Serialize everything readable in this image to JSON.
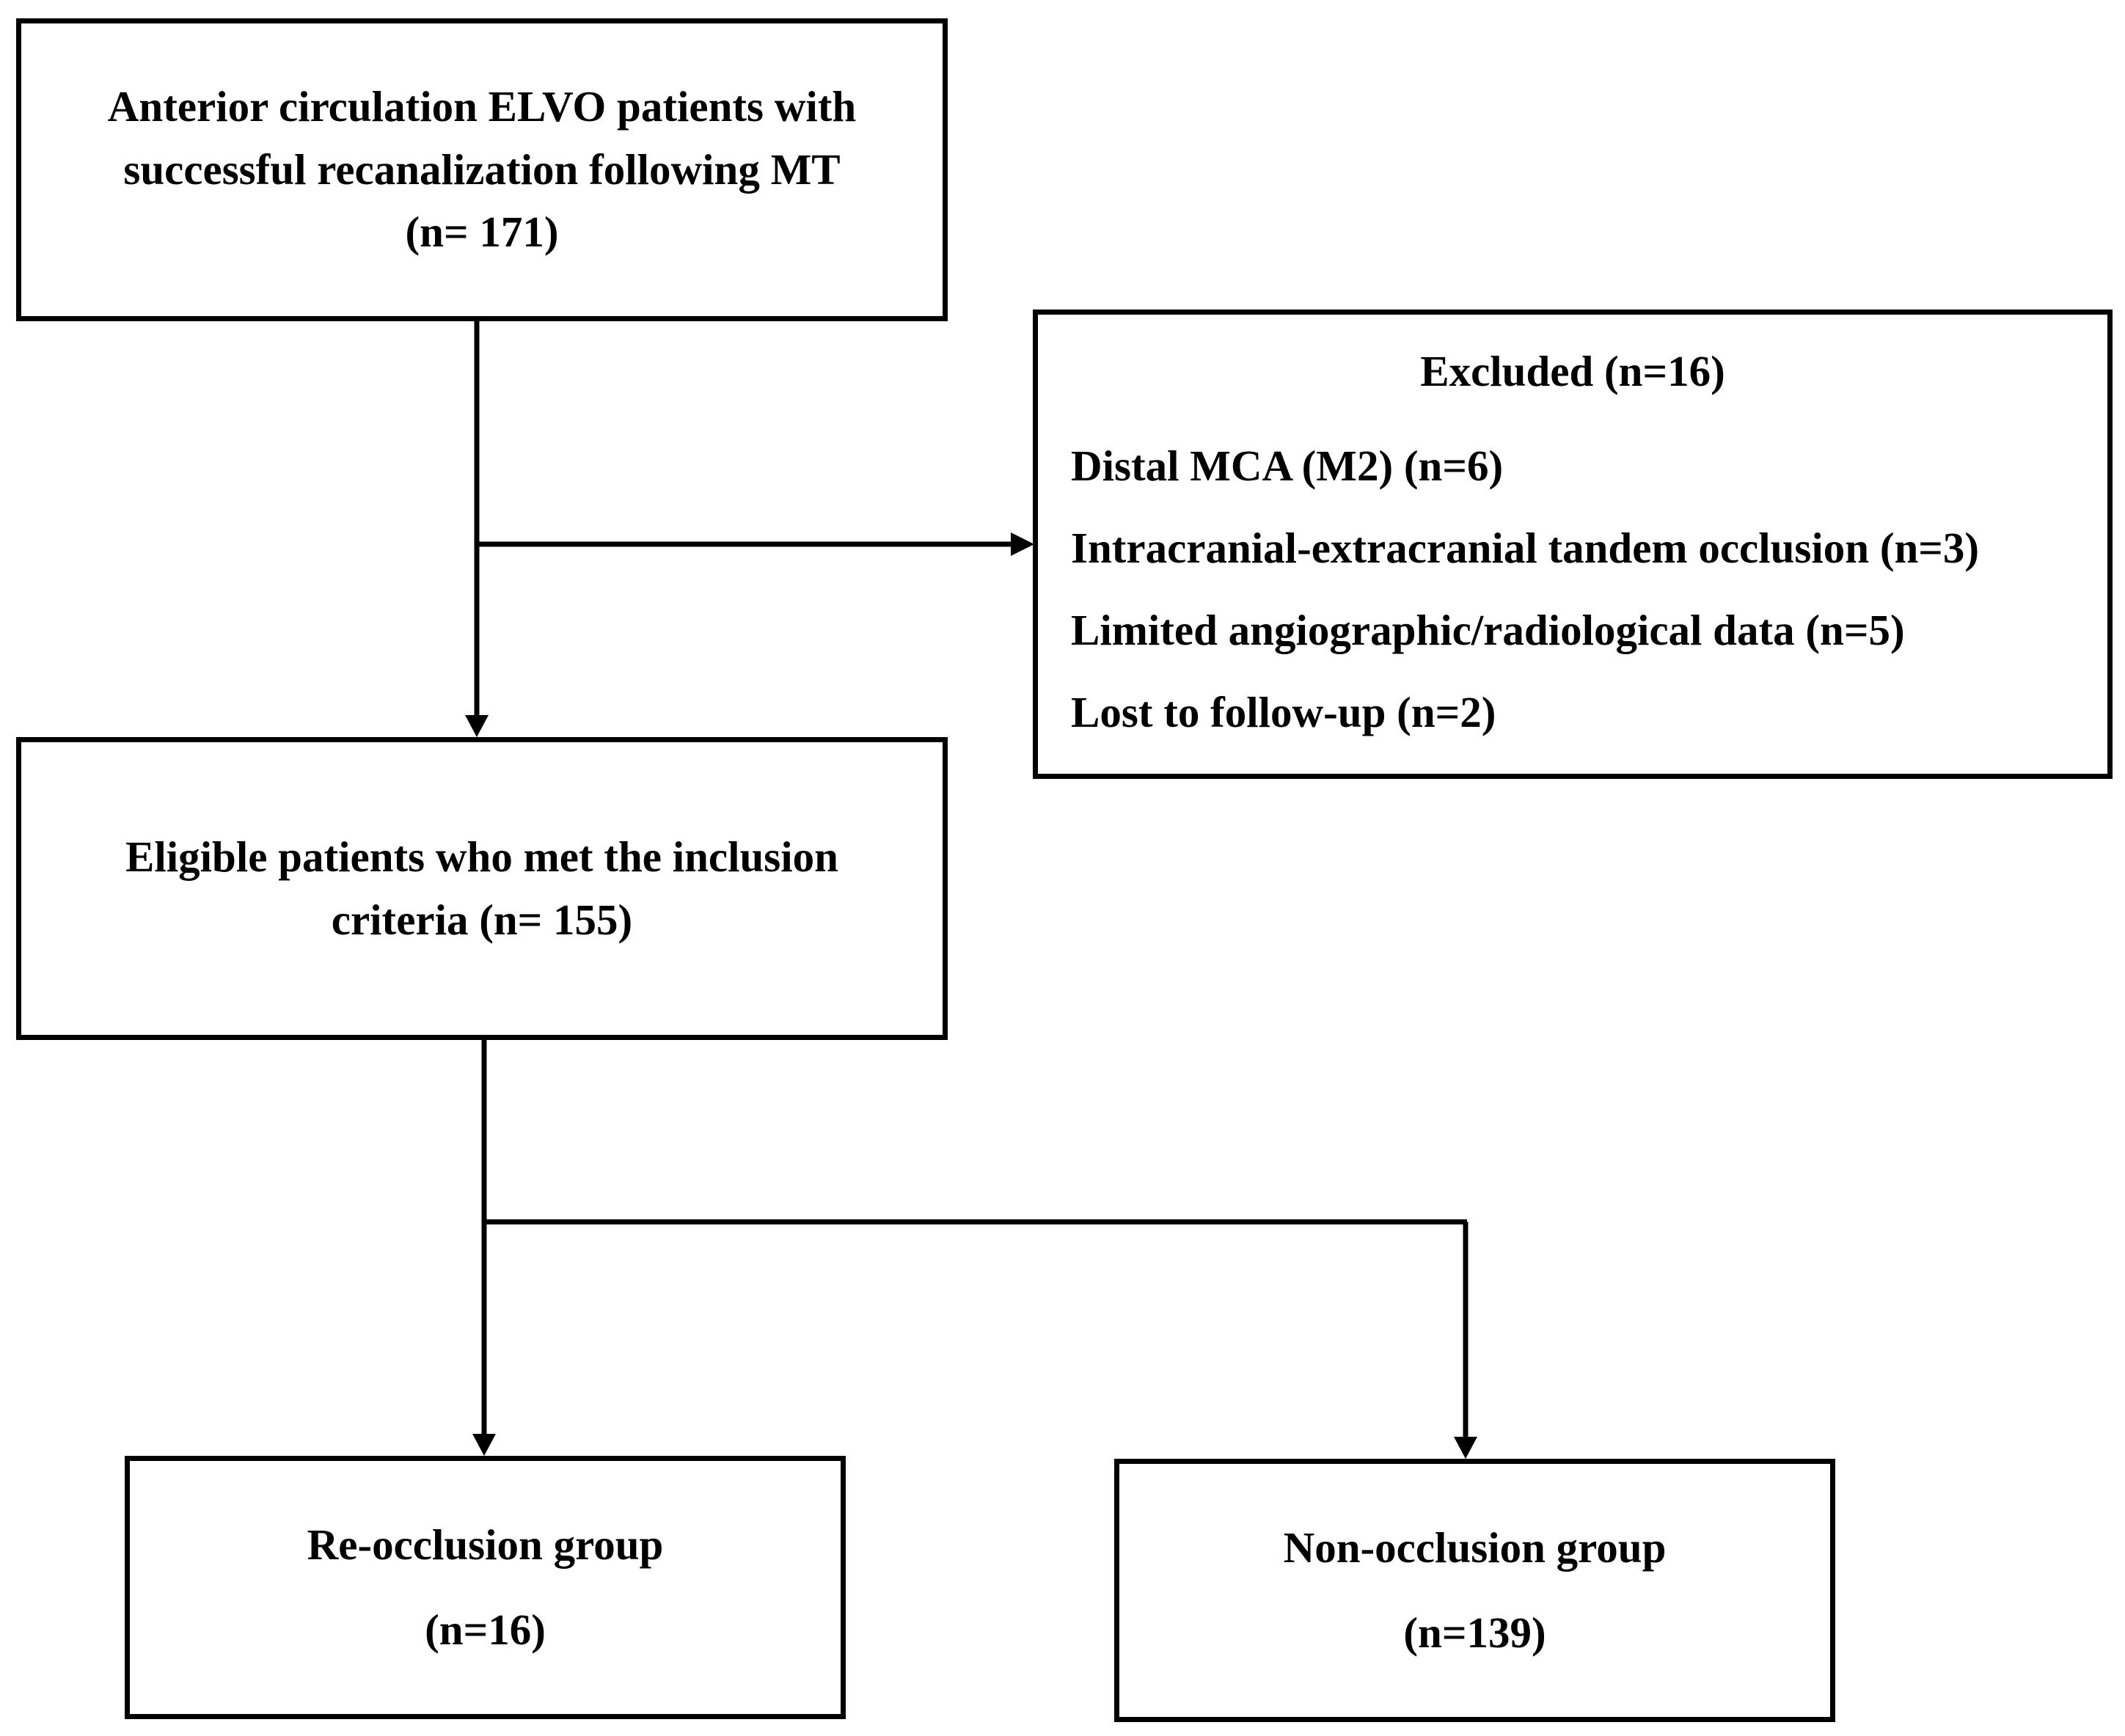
{
  "flowchart": {
    "top_box": {
      "lines": [
        "Anterior circulation ELVO patients with",
        "successful recanalization following MT",
        "(n= 171)"
      ]
    },
    "excluded_box": {
      "header": "Excluded (n=16)",
      "items": [
        "Distal MCA (M2) (n=6)",
        "Intracranial-extracranial tandem occlusion (n=3)",
        "Limited angiographic/radiological data (n=5)",
        "Lost to follow-up (n=2)"
      ]
    },
    "eligible_box": {
      "lines": [
        "Eligible patients who met the inclusion",
        "criteria (n= 155)"
      ]
    },
    "reocclusion_box": {
      "label": "Re-occlusion group",
      "count": "(n=16)"
    },
    "nonocclusion_box": {
      "label": "Non-occlusion group",
      "count": "(n=139)"
    }
  }
}
